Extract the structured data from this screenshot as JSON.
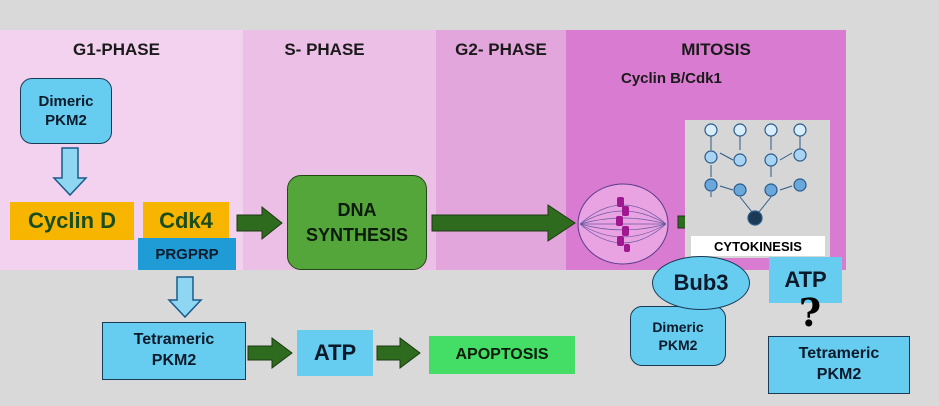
{
  "phases": {
    "g1": "G1-PHASE",
    "s": "S- PHASE",
    "g2": "G2- PHASE",
    "mitosis": "MITOSIS",
    "mitosis_sub": "Cyclin B/Cdk1"
  },
  "nodes": {
    "dimeric_pkm2_top": "Dimeric\nPKM2",
    "cyclin_d": "Cyclin D",
    "cdk4": "Cdk4",
    "prgprp": "PRGPRP",
    "dna_synthesis": "DNA\nSYNTHESIS",
    "cytokinesis": "CYTOKINESIS",
    "tetrameric_pkm2_left": "Tetrameric\nPKM2",
    "atp_left": "ATP",
    "apoptosis": "APOPTOSIS",
    "bub3": "Bub3",
    "dimeric_pkm2_bottom": "Dimeric\nPKM2",
    "atp_right": "ATP",
    "question": "?",
    "tetrameric_pkm2_right": "Tetrameric\nPKM2"
  },
  "colors": {
    "g1_bg": "#f2d2ef",
    "s_bg": "#ecbfe7",
    "g2_bg": "#e3a6dc",
    "mitosis_bg": "#d97bd0",
    "pkm2_blue": "#66ccf0",
    "orange": "#f7b500",
    "green_arrow": "#2e6b1f",
    "dna_green": "#55a63a",
    "apoptosis_green": "#44dd66"
  }
}
